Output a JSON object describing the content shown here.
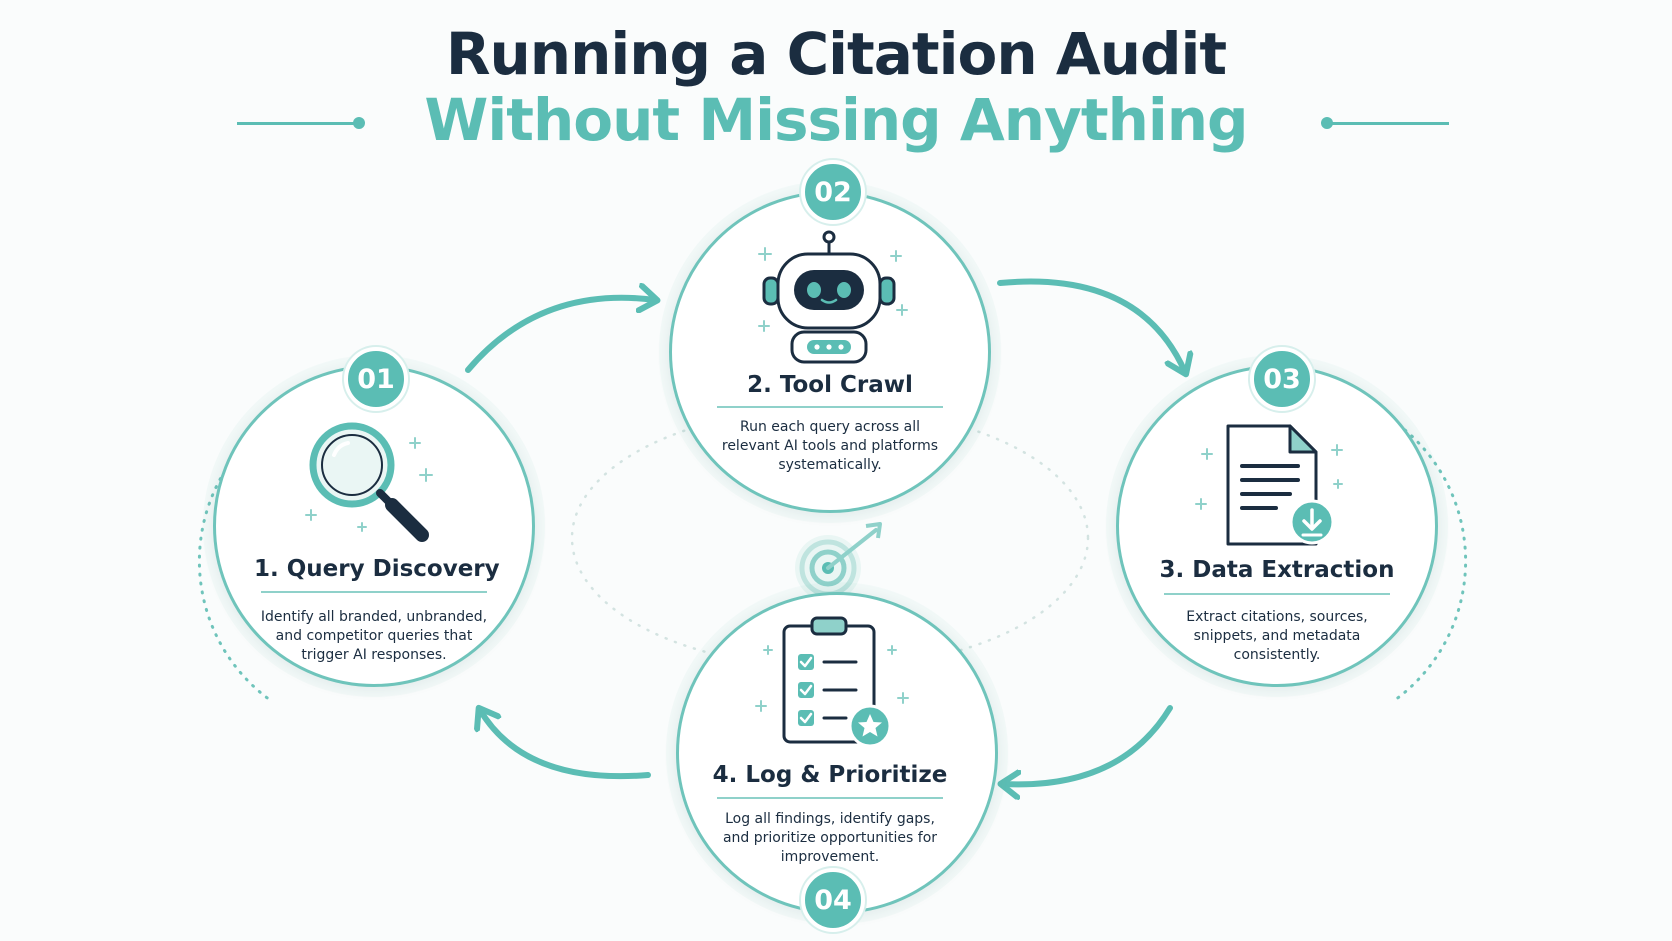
{
  "title": {
    "line1": "Running a Citation Audit",
    "line2": "Without Missing Anything"
  },
  "colors": {
    "navy": "#1b2d40",
    "teal": "#5bbdb4",
    "teal_light": "#8fd1ca"
  },
  "steps": [
    {
      "badge": "01",
      "title": "1. Query Discovery",
      "description": "Identify all branded, unbranded, and competitor queries that trigger AI responses.",
      "icon": "magnifying-glass-icon"
    },
    {
      "badge": "02",
      "title": "2. Tool Crawl",
      "description": "Run each query across all relevant AI tools and platforms systematically.",
      "icon": "robot-icon"
    },
    {
      "badge": "03",
      "title": "3. Data Extraction",
      "description": "Extract citations, sources, snippets, and metadata consistently.",
      "icon": "document-download-icon"
    },
    {
      "badge": "04",
      "title": "4. Log & Prioritize",
      "description": "Log all findings, identify gaps, and prioritize opportunities for improvement.",
      "icon": "clipboard-checklist-icon"
    }
  ],
  "center_icon": "target-icon"
}
